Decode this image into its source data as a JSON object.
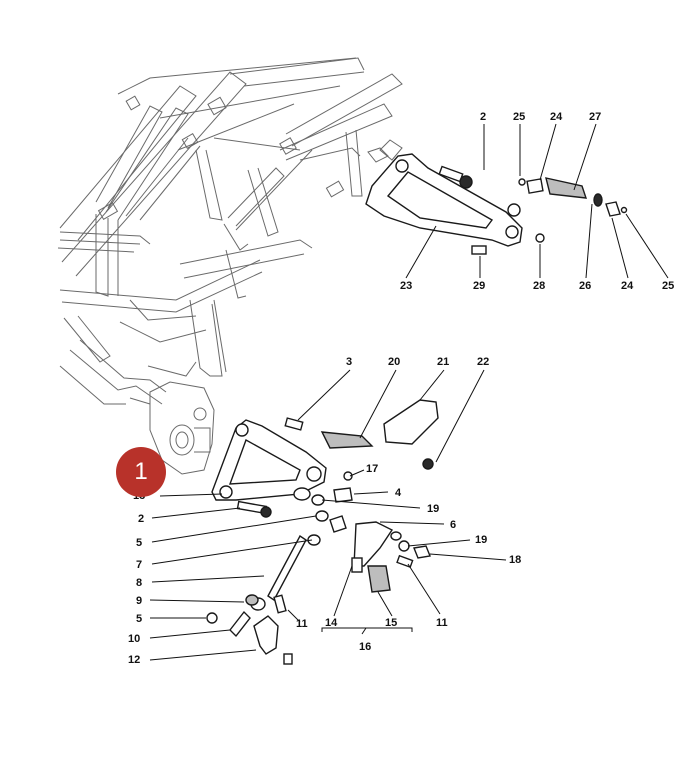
{
  "badge": "1",
  "callouts": {
    "c2a": "2",
    "c25a": "25",
    "c24a": "24",
    "c27": "27",
    "c23": "23",
    "c29": "29",
    "c28": "28",
    "c26": "26",
    "c24b": "24",
    "c25b": "25",
    "c3": "3",
    "c20": "20",
    "c21": "21",
    "c22": "22",
    "c17": "17",
    "c4": "4",
    "c13": "13",
    "c19a": "19",
    "c2b": "2",
    "c6": "6",
    "c5a": "5",
    "c19b": "19",
    "c7": "7",
    "c18": "18",
    "c8": "8",
    "c9": "9",
    "c5b": "5",
    "c11a": "11",
    "c10": "10",
    "c12": "12",
    "c14": "14",
    "c15": "15",
    "c11b": "11",
    "c16": "16"
  }
}
